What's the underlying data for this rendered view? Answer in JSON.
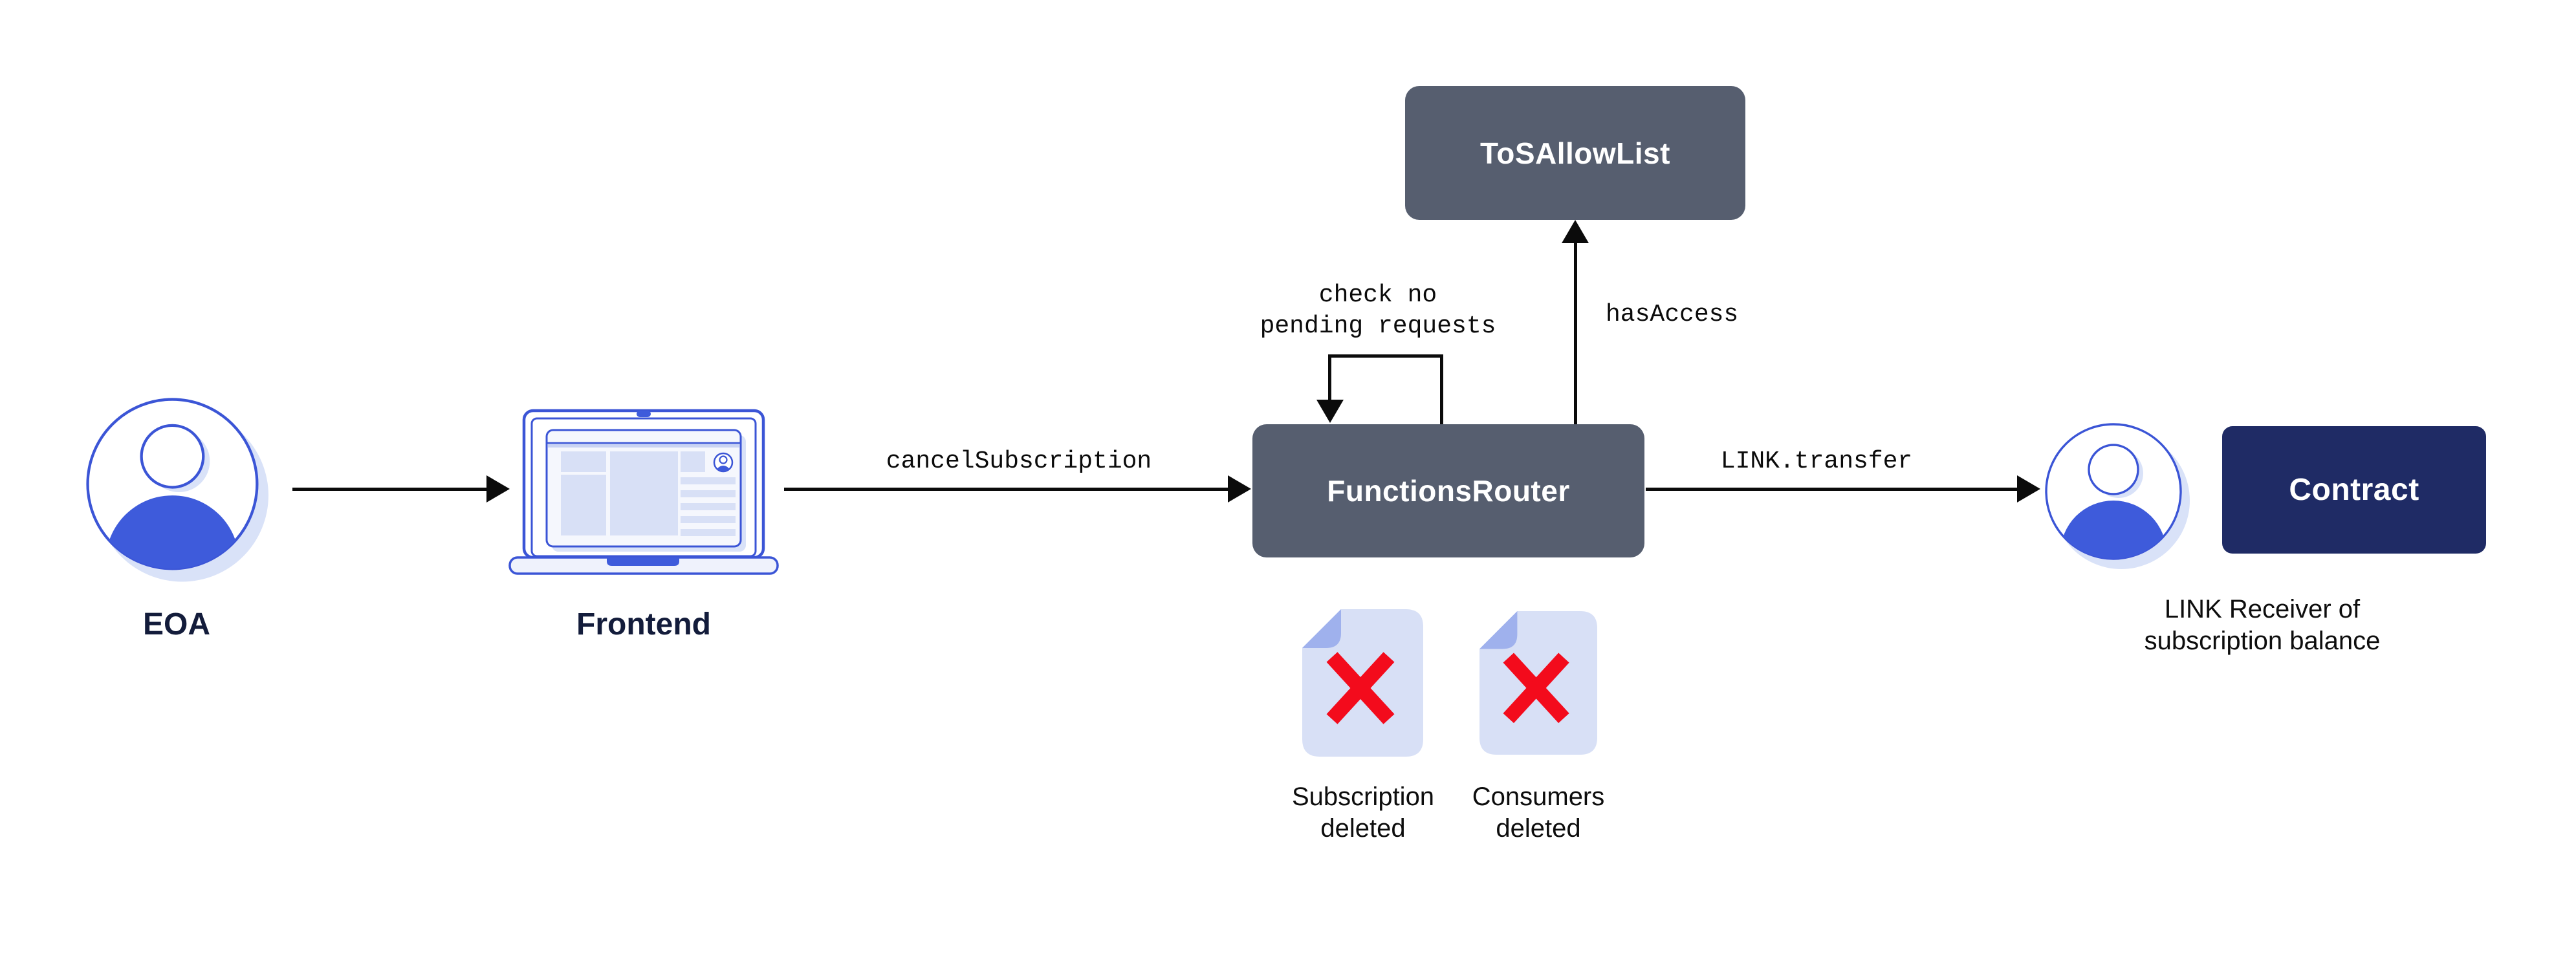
{
  "palette": {
    "accent_blue": "#3E5BDB",
    "stroke_blue": "#3B55D6",
    "light_block": "#D8E0F6",
    "lighter_block": "#E9EDFA",
    "icon_shadow": "#D9E2F8",
    "fold_blue": "#9FB1ED",
    "slate_box": "#565E6F",
    "navy_box": "#1F2B65",
    "delete_red": "#F30B1C",
    "label_navy": "#131C3B",
    "line_black": "#0B0B0B",
    "canvas_bg": "#FFFFFF"
  },
  "nodes": {
    "eoa": {
      "label": "EOA"
    },
    "frontend": {
      "label": "Frontend"
    },
    "tos_allow_list": {
      "label": "ToSAllowList"
    },
    "functions_router": {
      "label": "FunctionsRouter"
    },
    "contract": {
      "label": "Contract"
    },
    "link_receiver": {
      "caption_line1": "LINK Receiver of",
      "caption_line2": "subscription balance"
    }
  },
  "edges": {
    "cancel_subscription": {
      "label": "cancelSubscription"
    },
    "link_transfer": {
      "label": "LINK.transfer"
    },
    "has_access": {
      "label": "hasAccess"
    },
    "check_pending": {
      "label_line1": "check no",
      "label_line2": "pending requests"
    }
  },
  "documents": [
    {
      "caption_line1": "Subscription",
      "caption_line2": "deleted"
    },
    {
      "caption_line1": "Consumers",
      "caption_line2": "deleted"
    }
  ]
}
